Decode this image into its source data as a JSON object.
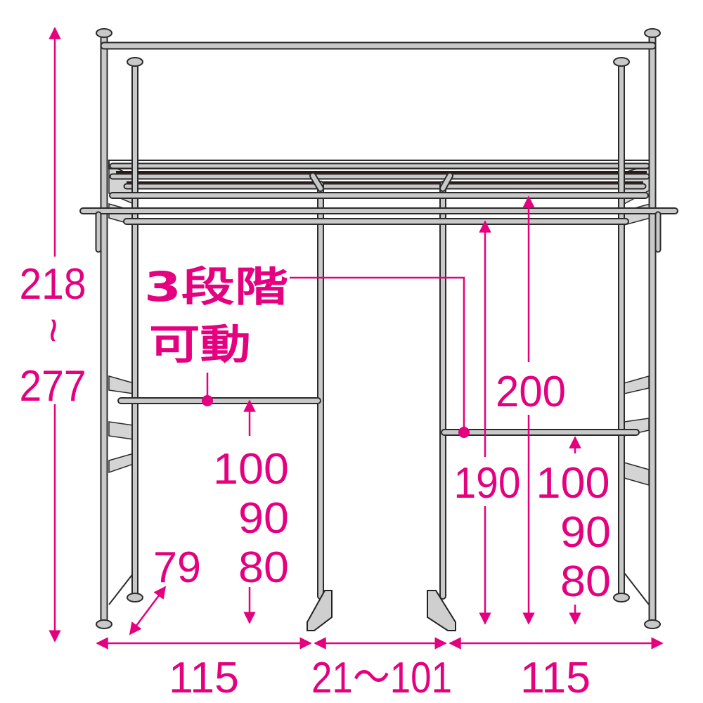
{
  "colors": {
    "accent": "#e4007f",
    "frame_outline": "#2b2b2b",
    "frame_fill": "#c9c9c9"
  },
  "dimensions": {
    "total_height_min": "218",
    "total_height_range_symbol": "~",
    "total_height_max": "277",
    "adjustable_note_line1": "3段階",
    "adjustable_note_line2": "可動",
    "left_bar_heights": [
      "100",
      "90",
      "80"
    ],
    "depth": "79",
    "right_bar_heights": [
      "100",
      "90",
      "80"
    ],
    "upper_bar_height_190": "190",
    "upper_bar_height_200": "200",
    "left_width": "115",
    "middle_width": "21〜101",
    "right_width": "115"
  }
}
